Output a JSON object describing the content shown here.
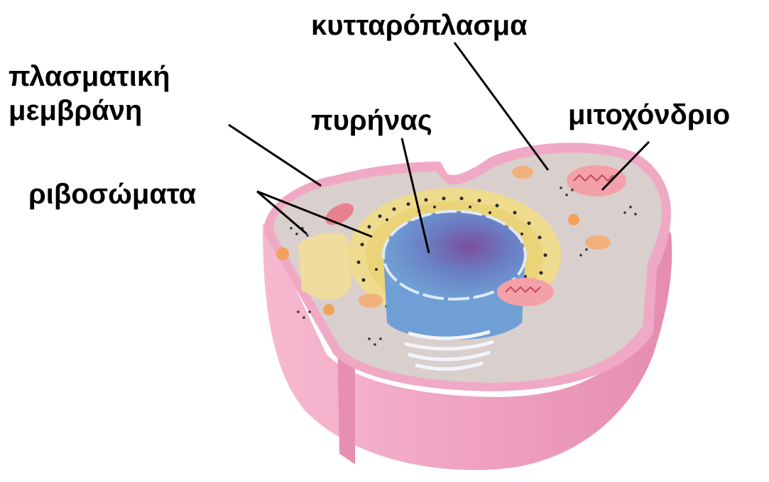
{
  "labels": {
    "cytoplasm": "κυτταρόπλασμα",
    "plasma_membrane_line1": "πλασματική",
    "plasma_membrane_line2": "μεμβράνη",
    "nucleus": "πυρήνας",
    "mitochondrion": "μιτοχόνδριο",
    "ribosomes": "ριβοσώματα"
  },
  "colors": {
    "membrane": "#f2a9c6",
    "membrane_dark": "#e07fa6",
    "cytoplasm": "#d9d0cf",
    "nucleus": "#6f9fd4",
    "nucleolus": "#7a5aa8",
    "er": "#f3e08a",
    "mitochondrion": "#f4a0a8",
    "organelle_orange": "#f2a25a"
  }
}
